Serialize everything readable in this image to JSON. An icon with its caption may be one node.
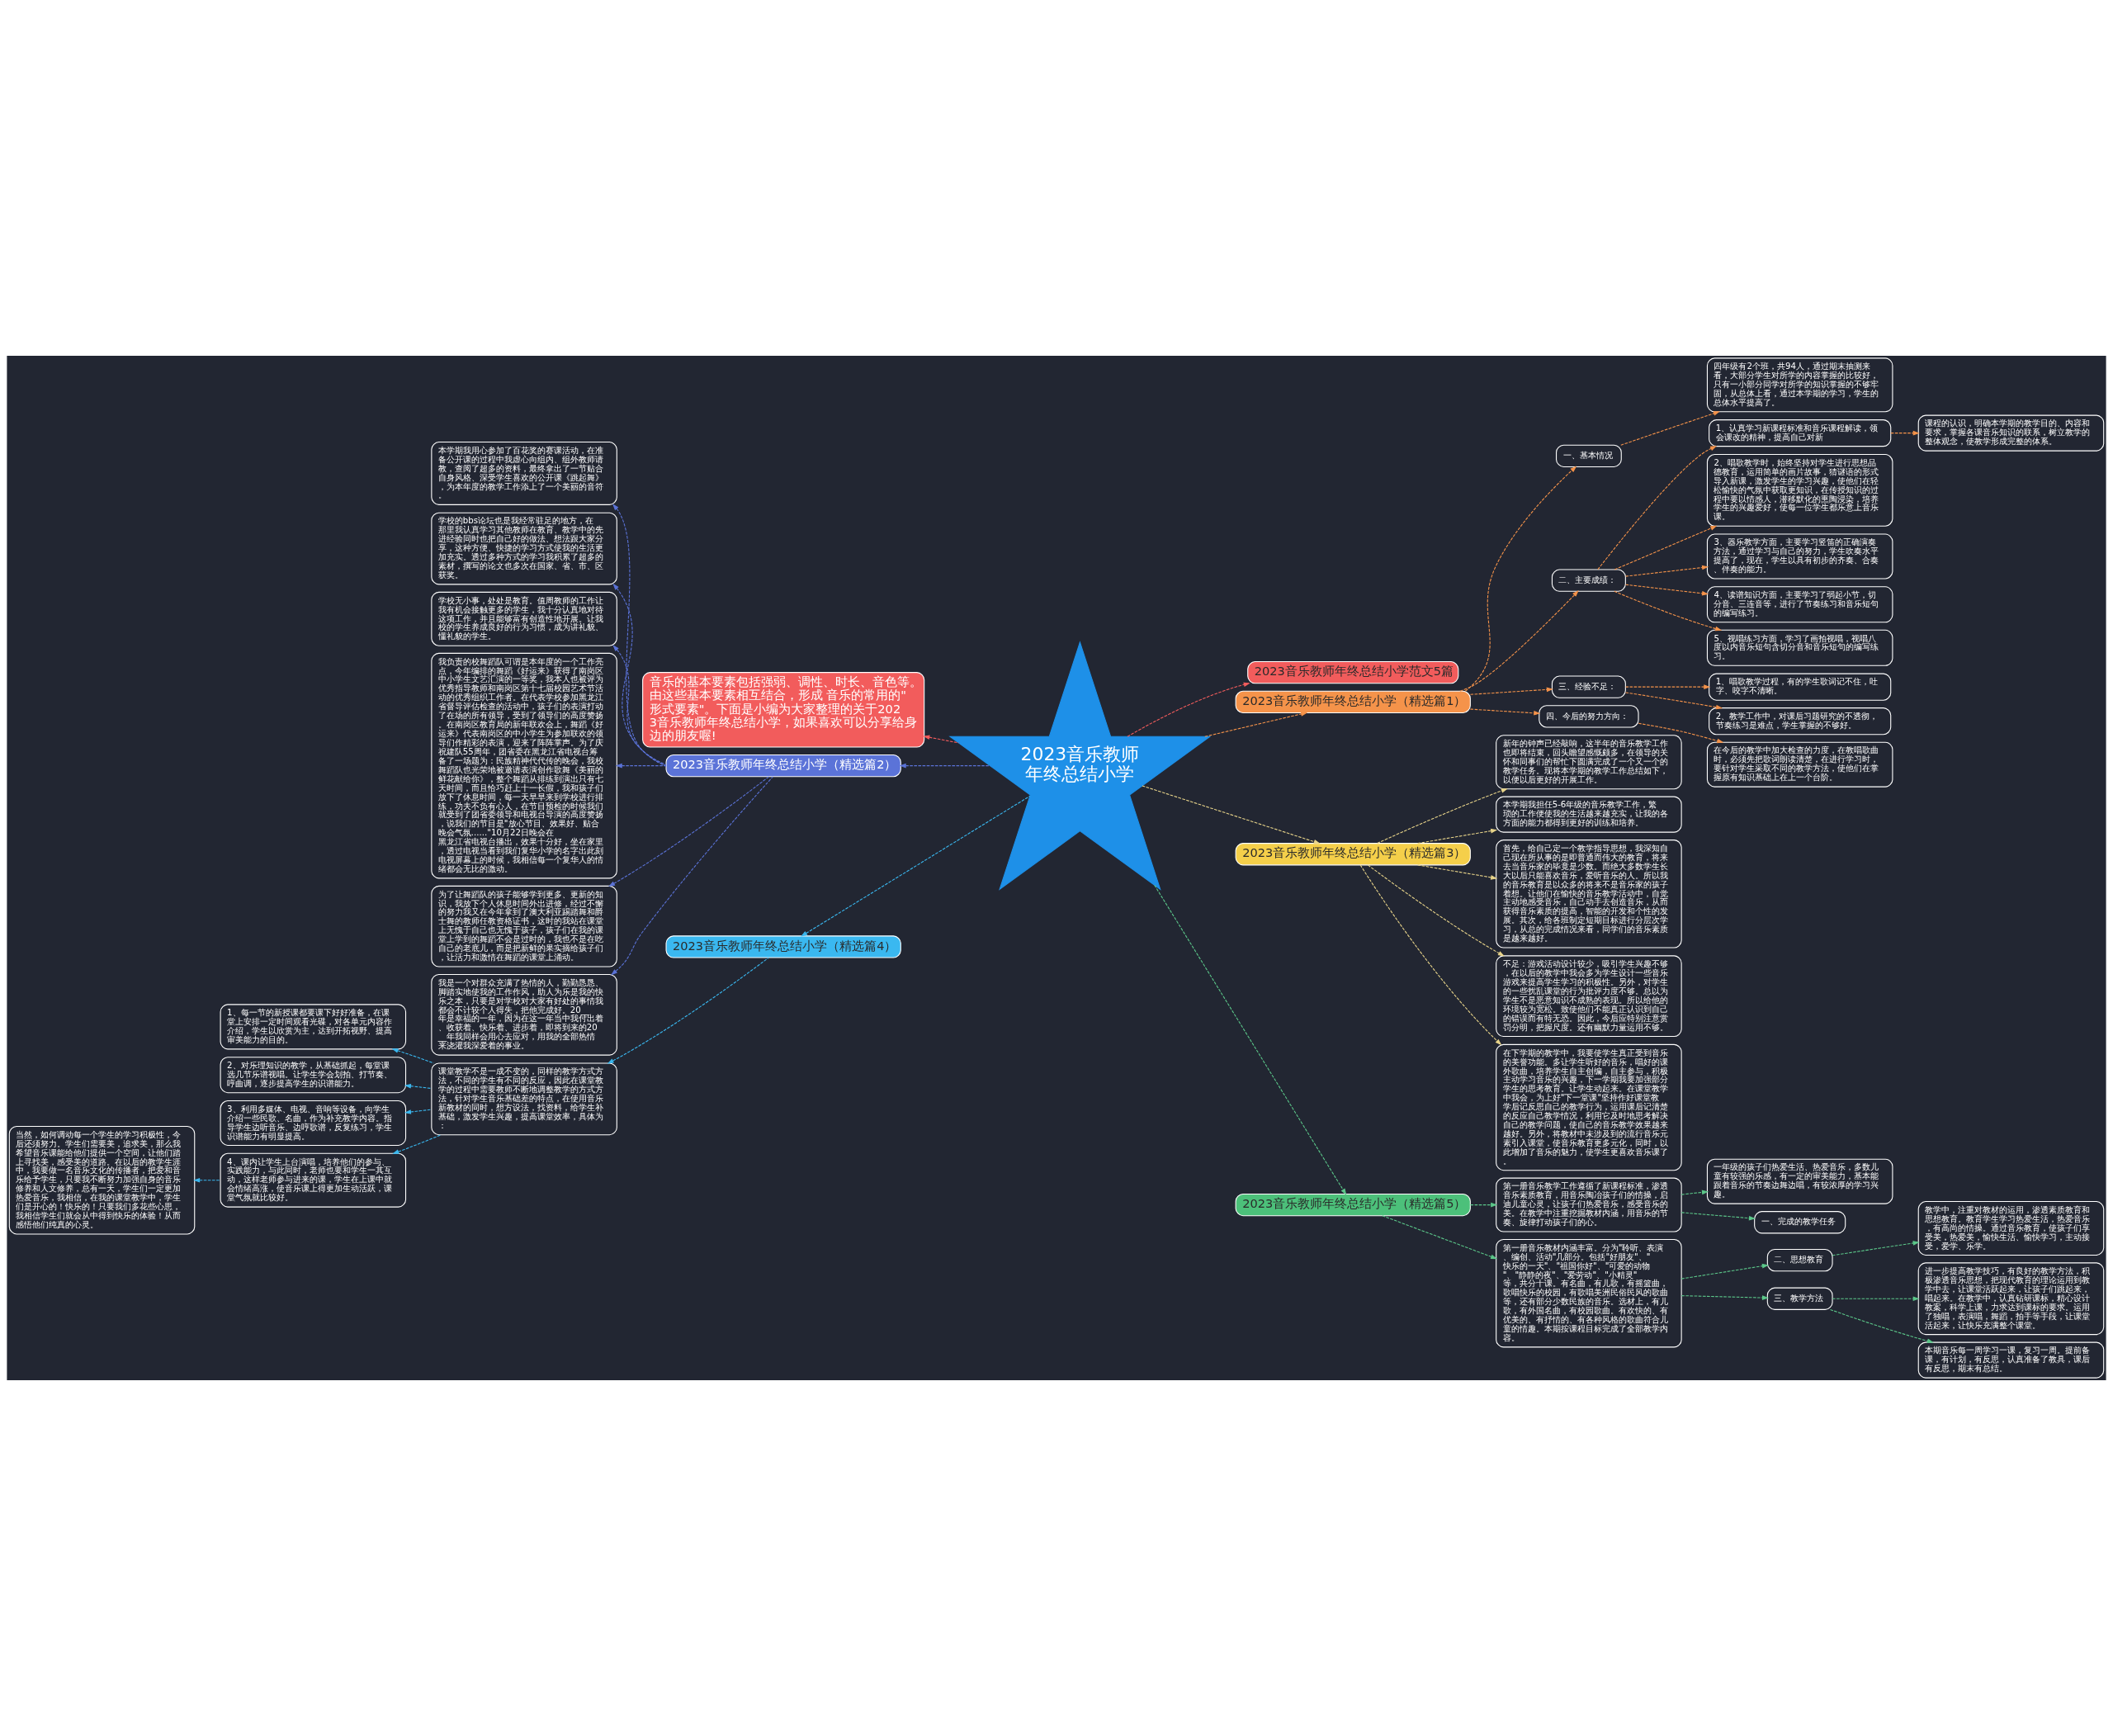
{
  "diagram": {
    "nodes": [
      {
        "text": [
          "2023音乐教师年终总结小学"
        ]
      },
      {
        "text": [
          "2023音乐教师年终总结小学范文5篇"
        ]
      },
      {
        "text": [
          "2023音乐教师年终总结小学（精选篇1）"
        ]
      },
      {
        "text": [
          "一、基本情况"
        ]
      },
      {
        "text": [
          "四年级有2个班，共94人，通过期末抽测来看，大部分学生对所学的内容掌握的比较好，只有一小部分同学对所学的知识掌握的不够牢固，从总体上看，通过本学期的学习，学生的总体水平提高了。"
        ]
      },
      {
        "text": [
          "二、主要成绩："
        ]
      },
      {
        "text": [
          "1、认真学习新课程标准和音乐课程解读，领会课改的精神，提高自己对新"
        ]
      },
      {
        "text": [
          "课程的认识，明确本学期的教学目的、内容和要求，掌握各课音乐知识的联系，树立教学的整体观念，使教学形成完整的体系。"
        ]
      },
      {
        "text": [
          "2、唱歌教学时，始终坚持对学生进行思想品德教育，运用简单的画片故事，猜谜语的形式导入新课，激发学生的学习兴趣，使他们在轻松愉快的气氛中获取更知识，在传授知识的过程中要以情感人，潜移默化的熏陶浸染，培养学生的兴趣爱好，使每一位学生都乐意上音乐课。"
        ]
      },
      {
        "text": [
          "3、器乐教学方面，主要学习竖笛的正确演奏方法，通过学习与自己的努力，学生吹奏水平提高了，现在，学生以具有初步的齐奏、合奏、伴奏的能力。"
        ]
      },
      {
        "text": [
          "4、读谱知识方面，主要学习了弱起小节，切分音、三连音等，进行了节奏练习和音乐短句的编写练习。"
        ]
      },
      {
        "text": [
          "5、视唱练习方面，学习了画拍视唱，视唱八度以内音乐短句含切分音和音乐短句的编写练习。"
        ]
      },
      {
        "text": [
          "三、经验不足："
        ]
      },
      {
        "text": [
          "1、唱歌教学过程，有的学生歌词记不住，吐字、咬字不清晰。"
        ]
      },
      {
        "text": [
          "2、教学工作中，对课后习题研究的不透彻，节奏练习是难点，学生掌握的不够好。"
        ]
      },
      {
        "text": [
          "四、今后的努力方向："
        ]
      },
      {
        "text": [
          "在今后的教学中加大检查的力度，在教唱歌曲时，必须先把歌词朗读清楚，在进行学习时，要针对学生采取不同的教学方法，使他们在掌握原有知识基础上在上一个台阶。"
        ]
      },
      {
        "text": [
          "2023音乐教师年终总结小学（精选篇3）"
        ]
      },
      {
        "text": [
          "新年的钟声已经敲响，这半年的音乐教学工作也即将结束，回头瞻望感慨颇多，在领导的关怀和同事们的帮忙下圆满完成了一个又一个的教学任务。现将本学期的教学工作总结如下，以便以后更好的开展工作。"
        ]
      },
      {
        "text": [
          "本学期我担任5-6年级的音乐教学工作，繁琐的工作便使我的生活越来越充实，让我的各方面的能力都得到更好的训练和培养。"
        ]
      },
      {
        "text": [
          "首先，给自己定一个教学指导思想，我深知自己现在所从事的是即普通而伟大的教育，将来去当音乐家的毕竟是少数。而绝大多数学生长大以后只能喜欢音乐，爱听音乐的人。所以我的音乐教育是以众多的将来不是音乐家的孩子着想。让他们在愉快的音乐教学活动中，自觉主动地感受音乐，自己动手去创造音乐，从而获得音乐素质的提高，智能的开发和个性的发展。其次，给各班制定短期目标进行分层次学习，从总的完成情况来看，同学们的音乐素质是越来越好。"
        ]
      },
      {
        "text": [
          "不足：游戏活动设计较少，吸引学生兴趣不够，在以后的教学中我会多为学生设计一些音乐游戏来提高学生学习的积极性。另外，对学生的一些扰乱课堂的行为批评力度不够。总以为学生不是恶意知识不成熟的表现。所以给他的环境较为宽松。致使他们不能真正认识到自己的错误而有特无恐。因此，今后应特别注意赏罚分明，把握尺度。还有幽默力量运用不够。"
        ]
      },
      {
        "text": [
          "在下学期的教学中，我要使学生真正受到音乐的美誉功能。多让学生听好的音乐，唱好的课外歌曲，培养学生自主创编，自主参与，积极主动学习音乐的兴趣，下一学期我要加强部分学生的思考教育。让学生动起来。在课堂教学中我会，为上好\"下一堂课\"坚持作好课堂教学后记反思自己的教学行为，运用课后记清楚的反应自己教学情况，利用它及时地思考解决自己的教学问题，使自己的音乐教学效果越来越好。另外，将教材中未涉及到的流行音乐元素引入课堂，使音乐教育更多元化，同时，以此增加了音乐的魅力，使学生更喜欢音乐课了。"
        ]
      },
      {
        "text": [
          "2023音乐教师年终总结小学（精选篇5）"
        ]
      },
      {
        "text": [
          "第一册音乐教学工作遵循了新课程标准，渗透音乐素质教育，用音乐陶冶孩子们的情操，启迪儿童心灵，让孩子们热爱音乐，感受音乐的美。在教学中注重挖掘教材内涵，用音乐的节奏、旋律打动孩子们的心。"
        ]
      },
      {
        "text": [
          "一年级的孩子们热爱生活、热爱音乐，多数儿童有较强的乐感，有一定的审美能力，基本能跟着音乐的节奏边舞边唱，有较浓厚的学习兴趣。"
        ]
      },
      {
        "text": [
          "一、完成的教学任务"
        ]
      },
      {
        "text": [
          "第一册音乐教材内涵丰富。分为\"聆听、表演、编创、活动\"几部分。包括\"好朋友\"、\"快乐的一天\"、\"祖国你好\"、\"可爱的动物\"、\"静静的夜\"、\"爱劳动\"、\"小精灵\"等，共分十课。有名曲，有儿歌，有摇篮曲，歌唱快乐的校园，有歌唱美洲民俗民风的歌曲等，还有部分少数民族的音乐。选材上，有儿歌，有外国名曲，有校园歌曲。有欢快的、有优美的、有抒情的、有各种风格的歌曲符合儿童的情趣。本期按课程目标完成了全部教学内容。"
        ]
      },
      {
        "text": [
          "二、思想教育"
        ]
      },
      {
        "text": [
          "教学中，注重对教材的运用，渗透素质教育和思想教育。教育学生学习热爱生活，热爱音乐，有高尚的情操。通过音乐教育，使孩子们享受美，热爱美，愉快生活、愉快学习，主动接受，爱学、乐学。"
        ]
      },
      {
        "text": [
          "三、教学方法"
        ]
      },
      {
        "text": [
          "进一步提高教学技巧，有良好的教学方法，积极渗透音乐思想，把现代教育的理论运用到教学中去，让课堂活跃起来，让孩子们跳起来，唱起来。在教学中，认真钻研课标，精心设计教案，科学上课，力求达到课标的要求。运用了独唱，表演唱，舞蹈，拍手等手段，让课堂活起来，让快乐充满整个课堂。"
        ]
      },
      {
        "text": [
          "本期音乐每一周学习一课，复习一周。提前备课，有计划，有反思，认真准备了教具，课后有反思，期末有总结。"
        ]
      },
      {
        "text": [
          "音乐的基本要素包括强弱、调性、时长、音色等。由这些基本要素相互结合，形成 音乐的常用的\"形式要素\"。下面是小编为大家整理的关于2023音乐教师年终总结小学，如果喜欢可以分享给身边的朋友喔!"
        ]
      },
      {
        "text": [
          "2023音乐教师年终总结小学（精选篇2）"
        ]
      },
      {
        "text": [
          "本学期我用心参加了百花奖的赛课活动，在准备公开课的过程中我虚心向组内、组外教师请教，查阅了超多的资料，最终拿出了一节贴合自身风格、深受学生喜欢的公开课《跳起舞》，为本年度的教学工作添上了一个美丽的音符。"
        ]
      },
      {
        "text": [
          "学校的bbs论坛也是我经常驻足的地方，在那里我认真学习其他教师在教育、教学中的先进经验同时也把自己好的做法、想法跟大家分享，这种方便、快捷的学习方式使我的生活更加充实。透过多种方式的学习我积累了超多的素材，撰写的论文也多次在国家、省、市、区获奖。"
        ]
      },
      {
        "text": [
          "学校无小事，处处是教育。值周教师的工作让我有机会接触更多的学生，我十分认真地对待这项工作，并且能够富有创造性地开展。让我校的学生养成良好的行为习惯，成为讲礼貌、懂礼貌的学生。"
        ]
      },
      {
        "text": [
          "我负责的校舞蹈队可谓是本年度的一个工作亮点，今年编排的舞蹈《好运来》获得了南岗区中小学生文艺汇演的一等奖，我本人也被评为优秀指导教师和南岗区第十七届校园艺术节活动的优秀组织工作者。在代表学校参加黑龙江省督导评估检查的活动中，孩子们的表演打动了在场的所有领导，受到了领导们的高度赞扬。在南岗区教育局的新年联欢会上，舞蹈《好运来》代表南岗区的中小学生为参加联欢的领导们作精彩的表演，迎来了阵阵掌声。为了庆祝建队55周年，团省委在黑龙江省电视台筹备了一场题为：民族精神代代传的晚会，我校舞蹈队也光荣地被邀请表演创作歌舞《美丽的鲜花献给你》，整个舞蹈从排练到演出只有七天时间，而且恰巧赶上十一长假，我和孩子们放下了休息时间，每一天早早来到学校进行排练，功夫不负有心人，在节目预检的时候我们就受到了团省委领导和电视台导演的高度赞扬，说我们的节目是\"放心节目、效果好、贴合晚会气氛......\"10月22日晚会在黑龙江省电视台播出，效果十分好，坐在家里，透过电视当看到我们复华小学的名字出此刻电视屏幕上的时候，我相信每一个复华人的情绪都会无比的激动。"
        ]
      },
      {
        "text": [
          "为了让舞蹈队的孩子能够学到更多、更新的知识，我放下个人休息时间外出进修，经过不懈的努力我又在今年拿到了澳大利亚踢踏舞和爵士舞的教师任教资格证书，这时的我站在课堂上无愧于自己也无愧于孩子，孩子们在我的课堂上学到的舞蹈不会是过时的，我也不是在吃自己的老底儿，而是把新鲜的果实摘给孩子们，让活力和激情在舞蹈的课堂上涌动。"
        ]
      },
      {
        "text": [
          "我是一个对群众充满了热情的人，勤勤恳恳、脚踏实地使我的工作作风，助人为乐是我的快乐之本，只要是对学校对大家有好处的事情我都会不计较个人得失，把他完成好。20__年是幸福的一年，因为在这一年当中我付出着、收获着、快乐着、进步着，即将到来的20__年我同样会用心去应对，用我的全部热情来浇灌我深爱着的事业。"
        ]
      },
      {
        "text": [
          "2023音乐教师年终总结小学（精选篇4）"
        ]
      },
      {
        "text": [
          "课堂教学不是一成不变的，同样的教学方式方法，不同的学生有不同的反应，因此在课堂教学的过程中需要教师不断地调整教学的方式方法，针对学生音乐基础差的特点，在使用音乐新教材的同时，想方设法，找资料，给学生补基础，激发学生兴趣，提高课堂效率，具体为："
        ]
      },
      {
        "text": [
          "1、每一节的新授课都要课下好好准备，在课堂上安排一定时间观看光碟，对各单元内容作介绍，学生以欣赏为主，达到开拓视野、提高审美能力的目的。"
        ]
      },
      {
        "text": [
          "2、对乐理知识的教学，从基础抓起，每堂课选几节乐谱视唱。让学生学会划拍、打节奏、哼曲调，逐步提高学生的识谱能力。"
        ]
      },
      {
        "text": [
          "3、利用多媒体、电视、音响等设备，向学生介绍一些民歌、名曲，作为补充教学内容。指导学生边听音乐、边哼歌谱，反复练习，学生识谱能力有明显提高。"
        ]
      },
      {
        "text": [
          "4、课内让学生上台演唱，培养他们的参与、实践能力，与此同时，老师也要和学生一其互动，这样老师参与进来的课，学生在上课中就会情绪高涨，使音乐课上得更加生动活跃，课堂气氛就比较好。"
        ]
      },
      {
        "text": [
          "当然，如何调动每一个学生的学习积极性，今后还须努力。学生们需要美，追求美，那么我希望音乐课能给他们提供一个空间，让他们踏上寻找美，感受美的道路。在以后的教学生涯中，我要做一名音乐文化的传播者，把爱和音乐给予学生，只要我不断努力加强自身的音乐修养和人文修养，总有一天，学生们一定更加热爱音乐，我相信，在我的课堂教学中，学生们是开心的！快乐的！只要我们多花些心思，我相信学生们就会从中得到快乐的体验！从而感悟他们纯真的心灵。"
        ]
      }
    ],
    "edges": [
      {
        "from": 0,
        "to": 1,
        "arrow": "to",
        "style": "dashed",
        "color": "#f25c5c"
      },
      {
        "from": 0,
        "to": 2,
        "arrow": "to",
        "style": "dashed",
        "color": "#f5934a"
      },
      {
        "from": 2,
        "to": 3,
        "arrow": "to",
        "style": "dashed",
        "color": "#f5934a"
      },
      {
        "from": 3,
        "to": 4,
        "arrow": "to",
        "style": "dashed",
        "color": "#f5934a"
      },
      {
        "from": 2,
        "to": 5,
        "arrow": "to",
        "style": "dashed",
        "color": "#f5934a"
      },
      {
        "from": 5,
        "to": 6,
        "arrow": "to",
        "style": "dashed",
        "color": "#f5934a"
      },
      {
        "from": 6,
        "to": 7,
        "arrow": "to",
        "style": "dashed",
        "color": "#f5934a"
      },
      {
        "from": 5,
        "to": 8,
        "arrow": "to",
        "style": "dashed",
        "color": "#f5934a"
      },
      {
        "from": 5,
        "to": 9,
        "arrow": "to",
        "style": "dashed",
        "color": "#f5934a"
      },
      {
        "from": 5,
        "to": 10,
        "arrow": "to",
        "style": "dashed",
        "color": "#f5934a"
      },
      {
        "from": 5,
        "to": 11,
        "arrow": "to",
        "style": "dashed",
        "color": "#f5934a"
      },
      {
        "from": 2,
        "to": 12,
        "arrow": "to",
        "style": "dashed",
        "color": "#f5934a"
      },
      {
        "from": 12,
        "to": 13,
        "arrow": "to",
        "style": "dashed",
        "color": "#f5934a"
      },
      {
        "from": 12,
        "to": 14,
        "arrow": "to",
        "style": "dashed",
        "color": "#f5934a"
      },
      {
        "from": 2,
        "to": 15,
        "arrow": "to",
        "style": "dashed",
        "color": "#f5934a"
      },
      {
        "from": 15,
        "to": 16,
        "arrow": "to",
        "style": "dashed",
        "color": "#f5934a"
      },
      {
        "from": 0,
        "to": 17,
        "arrow": "to",
        "style": "dashed",
        "color": "#e8d48a"
      },
      {
        "from": 17,
        "to": 18,
        "arrow": "to",
        "style": "dashed",
        "color": "#e8d48a"
      },
      {
        "from": 17,
        "to": 19,
        "arrow": "to",
        "style": "dashed",
        "color": "#e8d48a"
      },
      {
        "from": 17,
        "to": 20,
        "arrow": "to",
        "style": "dashed",
        "color": "#e8d48a"
      },
      {
        "from": 17,
        "to": 21,
        "arrow": "to",
        "style": "dashed",
        "color": "#e8d48a"
      },
      {
        "from": 17,
        "to": 22,
        "arrow": "to",
        "style": "dashed",
        "color": "#e8d48a"
      },
      {
        "from": 0,
        "to": 23,
        "arrow": "to",
        "style": "dashed",
        "color": "#5cc88a"
      },
      {
        "from": 23,
        "to": 24,
        "arrow": "to",
        "style": "dashed",
        "color": "#5cc88a"
      },
      {
        "from": 24,
        "to": 25,
        "arrow": "to",
        "style": "dashed",
        "color": "#5cc88a"
      },
      {
        "from": 24,
        "to": 26,
        "arrow": "to",
        "style": "dashed",
        "color": "#5cc88a"
      },
      {
        "from": 23,
        "to": 27,
        "arrow": "to",
        "style": "dashed",
        "color": "#5cc88a"
      },
      {
        "from": 27,
        "to": 28,
        "arrow": "to",
        "style": "dashed",
        "color": "#5cc88a"
      },
      {
        "from": 28,
        "to": 29,
        "arrow": "to",
        "style": "dashed",
        "color": "#5cc88a"
      },
      {
        "from": 27,
        "to": 30,
        "arrow": "to",
        "style": "dashed",
        "color": "#5cc88a"
      },
      {
        "from": 30,
        "to": 31,
        "arrow": "to",
        "style": "dashed",
        "color": "#5cc88a"
      },
      {
        "from": 30,
        "to": 32,
        "arrow": "to",
        "style": "dashed",
        "color": "#5cc88a"
      },
      {
        "from": 0,
        "to": 33,
        "arrow": "to",
        "style": "dashed",
        "color": "#f25c5c"
      },
      {
        "from": 0,
        "to": 34,
        "arrow": "to",
        "style": "dashed",
        "color": "#5b73d8"
      },
      {
        "from": 34,
        "to": 35,
        "arrow": "to",
        "style": "dashed",
        "color": "#5b73d8"
      },
      {
        "from": 34,
        "to": 36,
        "arrow": "to",
        "style": "dashed",
        "color": "#5b73d8"
      },
      {
        "from": 34,
        "to": 37,
        "arrow": "to",
        "style": "dashed",
        "color": "#5b73d8"
      },
      {
        "from": 34,
        "to": 38,
        "arrow": "to",
        "style": "dashed",
        "color": "#5b73d8"
      },
      {
        "from": 34,
        "to": 39,
        "arrow": "to",
        "style": "dashed",
        "color": "#5b73d8"
      },
      {
        "from": 34,
        "to": 40,
        "arrow": "to",
        "style": "dashed",
        "color": "#5b73d8"
      },
      {
        "from": 0,
        "to": 41,
        "arrow": "to",
        "style": "dashed",
        "color": "#3ab8f0"
      },
      {
        "from": 41,
        "to": 42,
        "arrow": "to",
        "style": "dashed",
        "color": "#3ab8f0"
      },
      {
        "from": 42,
        "to": 43,
        "arrow": "to",
        "style": "dashed",
        "color": "#3ab8f0"
      },
      {
        "from": 42,
        "to": 44,
        "arrow": "to",
        "style": "dashed",
        "color": "#3ab8f0"
      },
      {
        "from": 42,
        "to": 45,
        "arrow": "to",
        "style": "dashed",
        "color": "#3ab8f0"
      },
      {
        "from": 42,
        "to": 46,
        "arrow": "to",
        "style": "dashed",
        "color": "#3ab8f0"
      },
      {
        "from": 46,
        "to": 47,
        "arrow": "to",
        "style": "dashed",
        "color": "#3ab8f0"
      }
    ]
  }
}
